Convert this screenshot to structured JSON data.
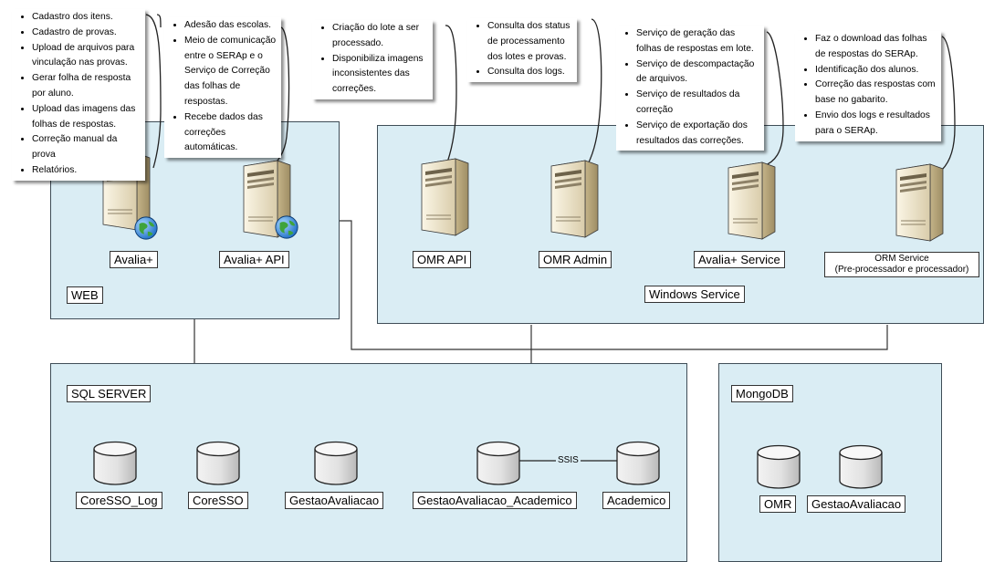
{
  "zones": {
    "web": "WEB",
    "windows_service": "Windows Service",
    "sql_server": "SQL SERVER",
    "mongodb": "MongoDB"
  },
  "servers": {
    "avalia_plus": "Avalia+",
    "avalia_plus_api": "Avalia+ API",
    "omr_api": "OMR API",
    "omr_admin": "OMR Admin",
    "avalia_plus_service": "Avalia+ Service",
    "orm_service_line1": "ORM Service",
    "orm_service_line2": "(Pre-processador e processador)"
  },
  "databases": {
    "coresso_log": "CoreSSO_Log",
    "coresso": "CoreSSO",
    "gestao_avaliacao": "GestaoAvaliacao",
    "gestao_avaliacao_academico": "GestaoAvaliacao_Academico",
    "academico": "Academico",
    "omr": "OMR",
    "mongo_gestao_avaliacao": "GestaoAvaliacao"
  },
  "connector_label": "SSIS",
  "notes": {
    "avalia_plus": [
      "Cadastro dos itens.",
      "Cadastro de provas.",
      "Upload de arquivos para vinculação nas provas.",
      "Gerar folha de resposta por aluno.",
      "Upload das imagens das folhas de respostas.",
      "Correção manual da prova",
      "Relatórios."
    ],
    "avalia_plus_api": [
      "Adesão das escolas.",
      "Meio de comunicação entre o SERAp e o Serviço de Correção das folhas de respostas.",
      "Recebe dados das correções automáticas."
    ],
    "omr_api": [
      "Criação do lote a ser processado.",
      "Disponibiliza imagens inconsistentes das correções."
    ],
    "omr_admin": [
      "Consulta dos status de processamento dos lotes e provas.",
      "Consulta dos logs."
    ],
    "avalia_plus_service": [
      "Serviço de geração das folhas de respostas em lote.",
      "Serviço de descompactação de arquivos.",
      "Serviço de resultados da correção",
      "Serviço de exportação dos resultados das correções."
    ],
    "orm_service": [
      "Faz o download das folhas de respostas do SERAp.",
      "Identificação dos alunos.",
      "Correção das respostas com base no gabarito.",
      "Envio dos logs e resultados para o SERAp."
    ]
  }
}
